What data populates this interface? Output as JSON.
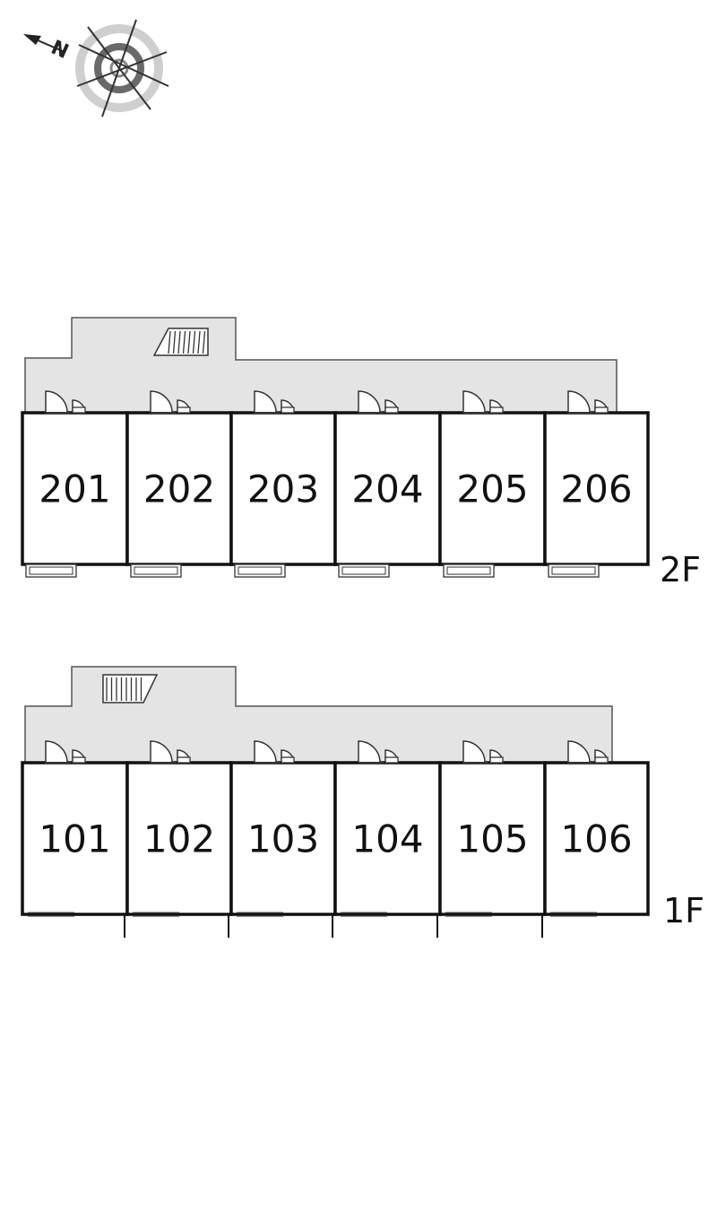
{
  "compass": {
    "north_label": "N",
    "icon": "compass-rose-icon"
  },
  "colors": {
    "corridor": "#e4e4e4",
    "wall": "#111111",
    "outline": "#555555"
  },
  "floors": [
    {
      "id": "2F",
      "label": "2F",
      "stairs_icon": "stairs-icon",
      "units": [
        "201",
        "202",
        "203",
        "204",
        "205",
        "206"
      ]
    },
    {
      "id": "1F",
      "label": "1F",
      "stairs_icon": "stairs-icon",
      "units": [
        "101",
        "102",
        "103",
        "104",
        "105",
        "106"
      ]
    }
  ]
}
